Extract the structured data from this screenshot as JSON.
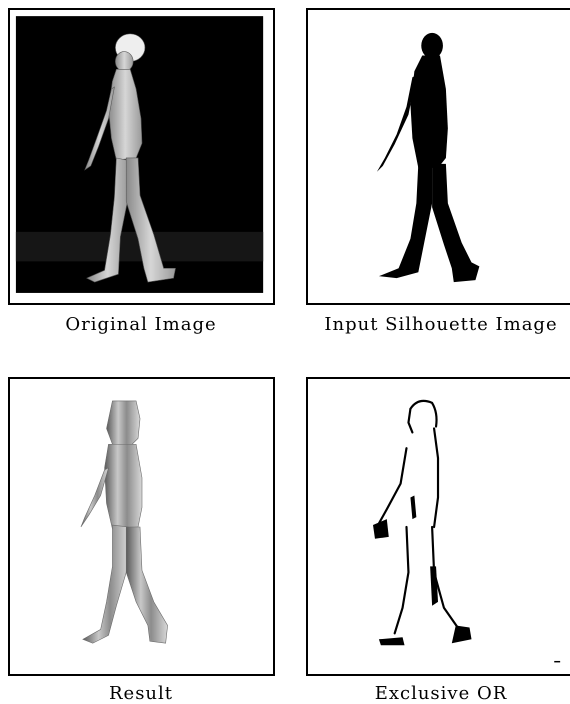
{
  "figure": {
    "panels": [
      {
        "caption": "Original Image"
      },
      {
        "caption": "Input Silhouette Image"
      },
      {
        "caption": "Result"
      },
      {
        "caption": "Exclusive OR"
      }
    ]
  }
}
